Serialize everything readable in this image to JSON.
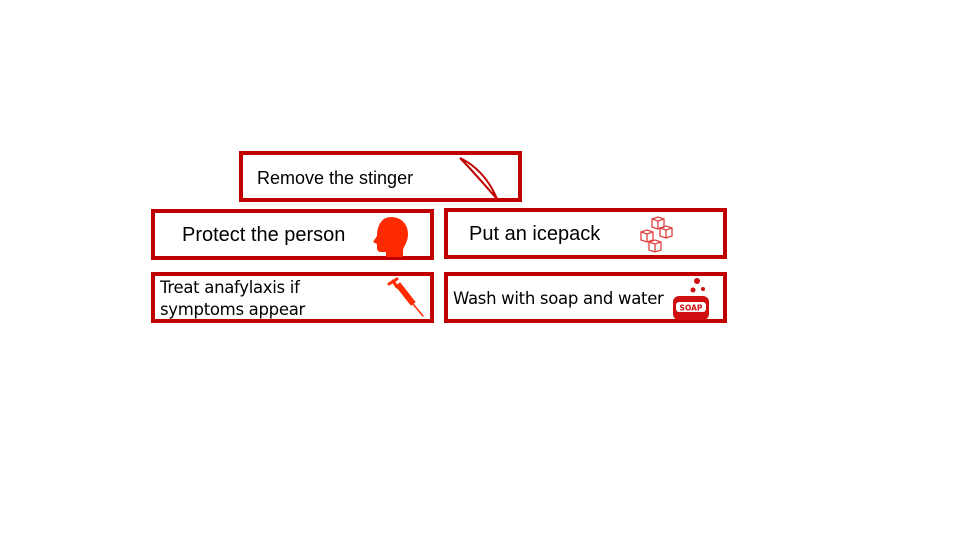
{
  "steps": [
    {
      "label": "Remove the stinger",
      "icon": "tweezers-icon"
    },
    {
      "label": "Protect the person",
      "icon": "head-profile-icon"
    },
    {
      "label": "Put an icepack",
      "icon": "ice-cubes-icon"
    },
    {
      "label": "Treat anafylaxis if symptoms appear",
      "icon": "syringe-icon"
    },
    {
      "label": "Wash with soap and water",
      "icon": "soap-icon"
    }
  ],
  "soap_text": "SOAP",
  "colors": {
    "border": "#c00000",
    "icon": "#ff2a00",
    "text": "#000000"
  }
}
